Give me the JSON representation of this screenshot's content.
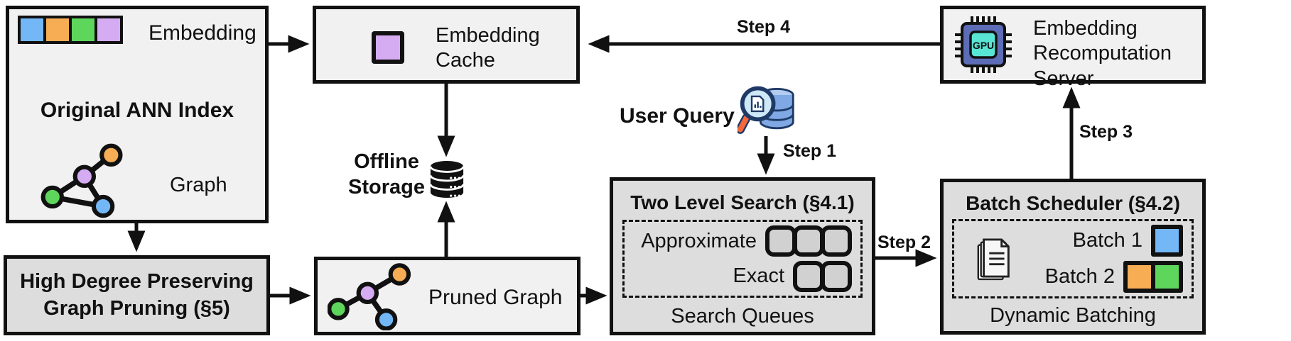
{
  "palette": {
    "blue": "#73B7F6",
    "orange": "#F6AD54",
    "green": "#5DD65B",
    "purple": "#D5ABF2",
    "box_light": "#F1F1F1",
    "box_dark": "#DDDDDD",
    "queue_fill": "#D1D1D1",
    "line": "#111111",
    "chip_outer": "#5C6CB6",
    "chip_inner": "#58E5D3",
    "magnifier_lens": "#CFE8F8",
    "magnifier_rim": "#1F3A66",
    "magnifier_handle": "#F4683C",
    "db_band": "#7FA8E4",
    "db_top": "#B3CDF0"
  },
  "ann_index": {
    "title": "Original ANN Index",
    "embedding_label": "Embedding",
    "graph_label": "Graph"
  },
  "embedding_cache": {
    "label": "Embedding Cache"
  },
  "offline_storage": {
    "label": "Offline Storage"
  },
  "user_query": {
    "label": "User Query"
  },
  "pruned_graph": {
    "label": "Pruned Graph"
  },
  "high_degree_pruning": {
    "title": "High Degree Preserving Graph Pruning (§5)"
  },
  "two_level_search": {
    "title": "Two Level Search (§4.1)",
    "rows": [
      {
        "label": "Approximate",
        "queues": 3
      },
      {
        "label": "Exact",
        "queues": 2
      }
    ],
    "footer": "Search Queues"
  },
  "batch_scheduler": {
    "title": "Batch Scheduler (§4.2)",
    "batches": [
      {
        "label": "Batch 1",
        "colors": [
          "blue"
        ]
      },
      {
        "label": "Batch 2",
        "colors": [
          "orange",
          "green"
        ]
      }
    ],
    "footer": "Dynamic Batching"
  },
  "recomputation_server": {
    "label": "Embedding Recomputation Server",
    "chip_text": "GPU"
  },
  "steps": {
    "s1": "Step 1",
    "s2": "Step 2",
    "s3": "Step 3",
    "s4": "Step 4"
  }
}
